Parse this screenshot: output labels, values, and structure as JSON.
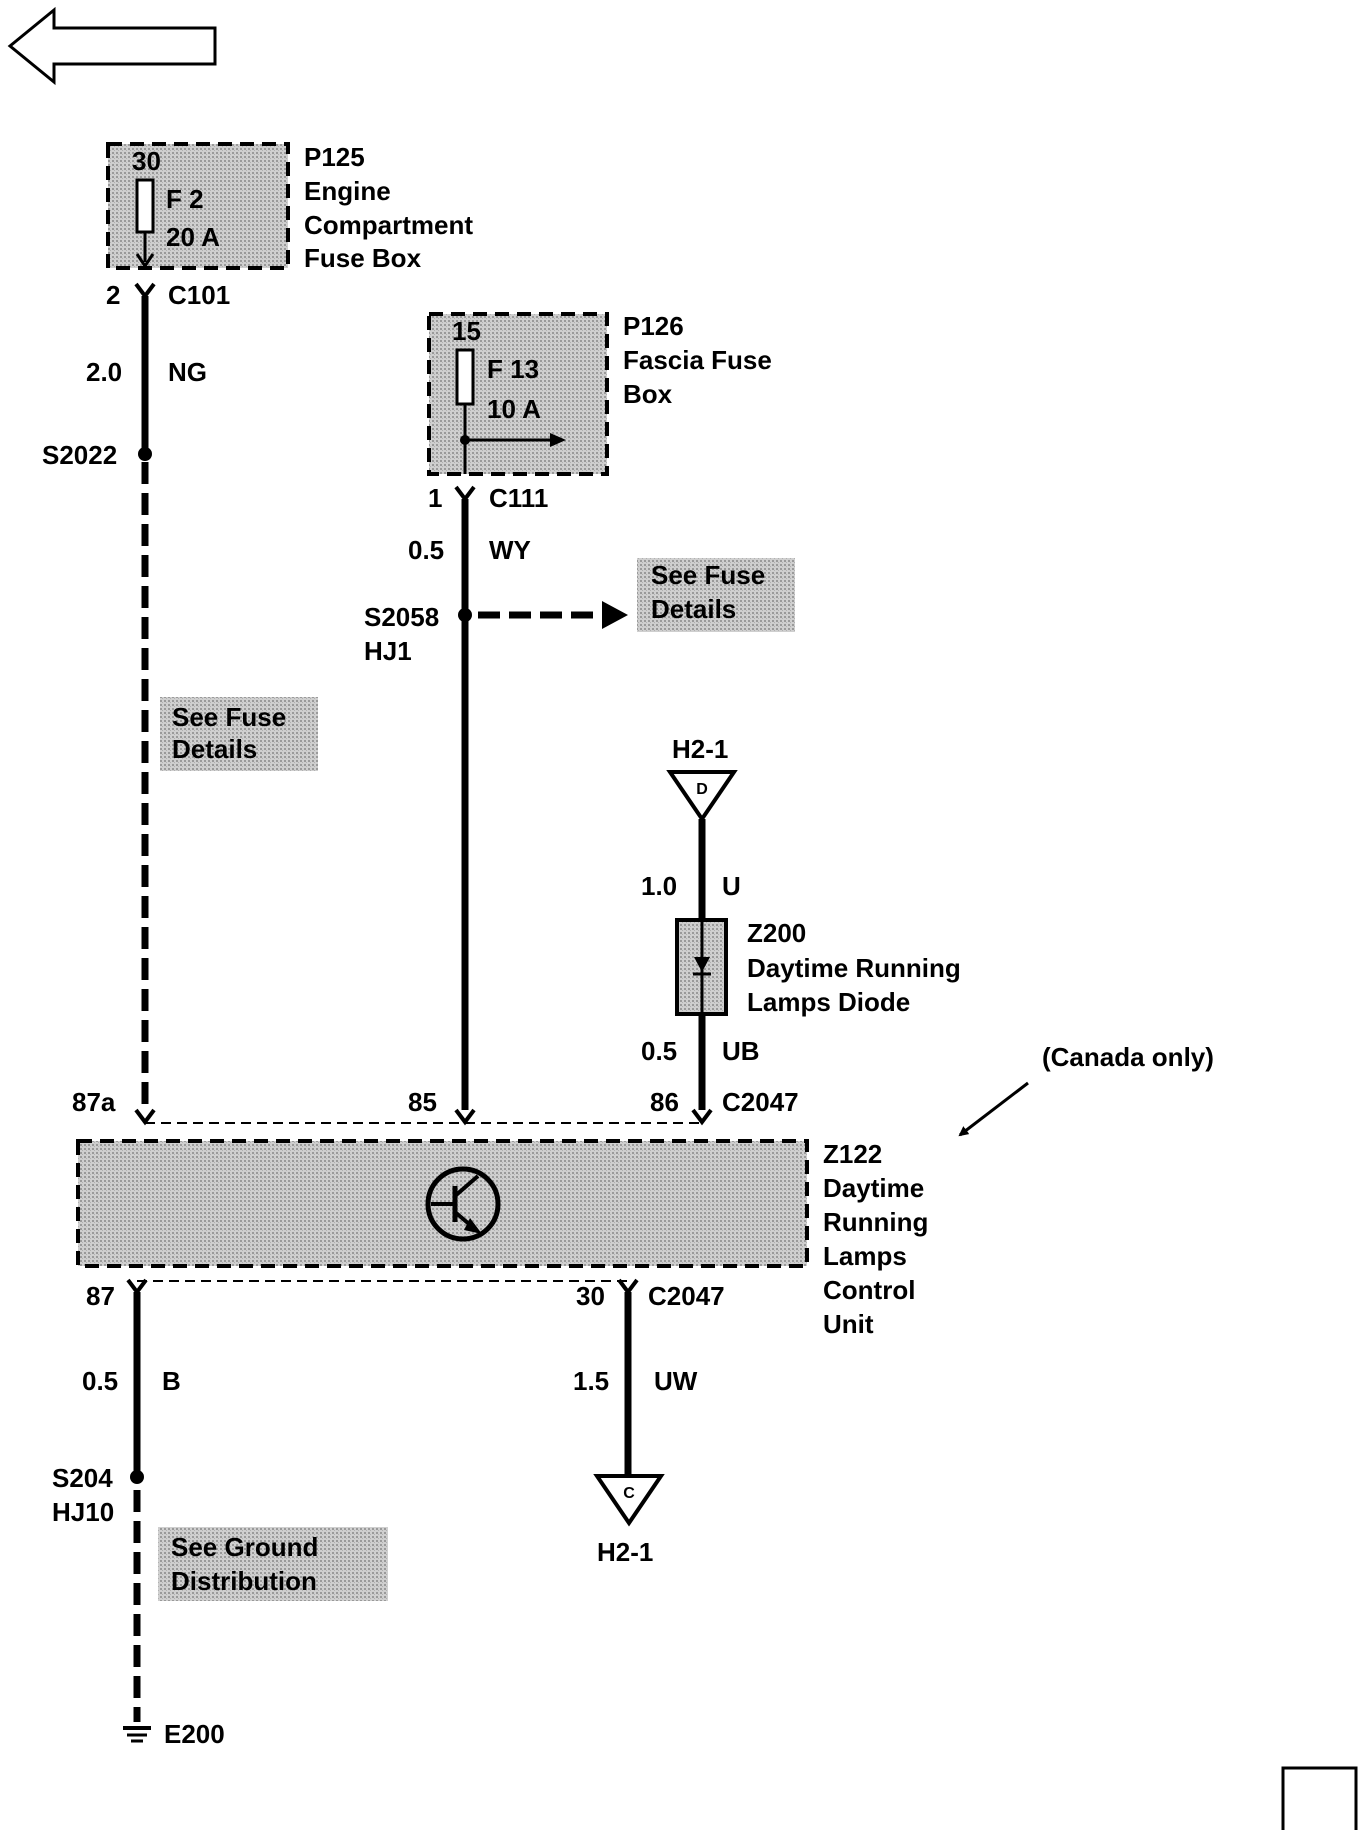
{
  "p125": {
    "id": "P125",
    "line1": "Engine",
    "line2": "Compartment",
    "line3": "Fuse Box",
    "term": "30",
    "fuse": "F 2",
    "rating": "20 A"
  },
  "c101": {
    "pin": "2",
    "conn": "C101"
  },
  "w1": {
    "gauge": "2.0",
    "color": "NG"
  },
  "s2022": "S2022",
  "note1": {
    "line1": "See Fuse",
    "line2": "Details"
  },
  "p126": {
    "id": "P126",
    "line1": "Fascia Fuse",
    "line2": "Box",
    "term": "15",
    "fuse": "F 13",
    "rating": "10 A"
  },
  "c111": {
    "pin": "1",
    "conn": "C111"
  },
  "w2": {
    "gauge": "0.5",
    "color": "WY"
  },
  "s2058": {
    "splice": "S2058",
    "harness": "HJ1"
  },
  "note2": {
    "line1": "See Fuse",
    "line2": "Details"
  },
  "h2top": {
    "ref": "H2-1",
    "letter": "D"
  },
  "w3": {
    "gauge": "1.0",
    "color": "U"
  },
  "z200": {
    "id": "Z200",
    "line1": "Daytime Running",
    "line2": "Lamps Diode"
  },
  "w4": {
    "gauge": "0.5",
    "color": "UB"
  },
  "pins_top": {
    "p87a": "87a",
    "p85": "85",
    "p86": "86",
    "conn": "C2047"
  },
  "canada": "(Canada only)",
  "z122": {
    "id": "Z122",
    "line1": "Daytime",
    "line2": "Running",
    "line3": "Lamps",
    "line4": "Control",
    "line5": "Unit"
  },
  "pins_bot": {
    "p87": "87",
    "p30": "30",
    "conn": "C2047"
  },
  "w5": {
    "gauge": "0.5",
    "color": "B"
  },
  "s204": {
    "splice": "S204",
    "harness": "HJ10"
  },
  "note3": {
    "line1": "See Ground",
    "line2": "Distribution"
  },
  "e200": "E200",
  "w6": {
    "gauge": "1.5",
    "color": "UW"
  },
  "h2bot": {
    "ref": "H2-1",
    "letter": "C"
  }
}
